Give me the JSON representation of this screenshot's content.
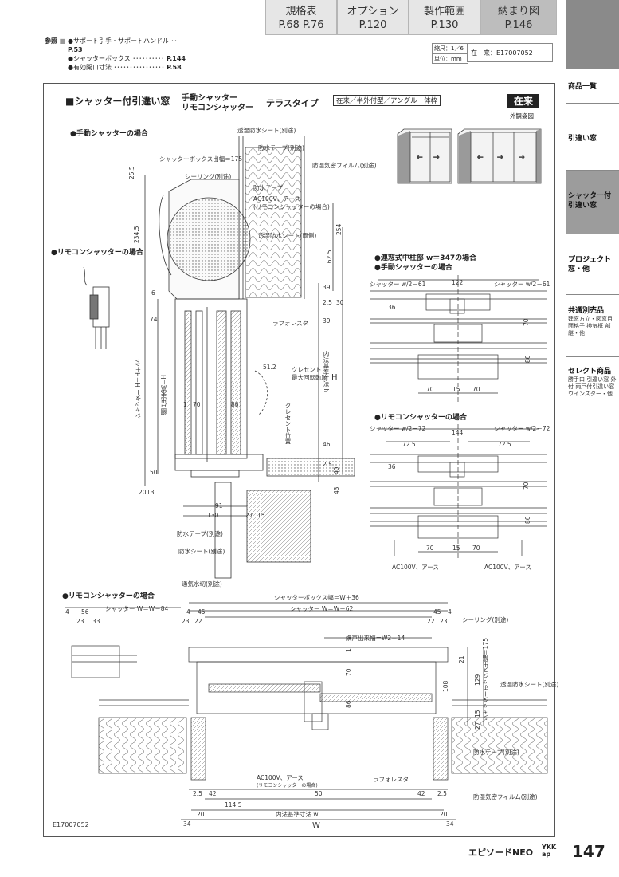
{
  "tabs": [
    {
      "title": "規格表",
      "sub": "P.68 P.76"
    },
    {
      "title": "オプション",
      "sub": "P.120"
    },
    {
      "title": "製作範囲",
      "sub": "P.130"
    },
    {
      "title": "納まり図",
      "sub": "P.146"
    }
  ],
  "references": {
    "label": "参照",
    "items": [
      {
        "text": "●サポート引手・サポートハンドル",
        "page": "P.53"
      },
      {
        "text": "●シャッターボックス",
        "page": "P.144"
      },
      {
        "text": "●有効開口寸法",
        "page": "P.58"
      }
    ]
  },
  "meta": {
    "scale_label": "縮尺：1／6",
    "unit_label": "単位：mm",
    "type_label": "在　来：E17007052"
  },
  "sidebar": [
    {
      "title": "商品一覧",
      "sub": ""
    },
    {
      "title": "引違い窓",
      "sub": ""
    },
    {
      "title": "シャッター付引違い窓",
      "sub": ""
    },
    {
      "title": "プロジェクト窓・他",
      "sub": ""
    },
    {
      "title": "共通別売品",
      "sub": "建窓方立・図窓目 面格子 換気框 部継・他"
    },
    {
      "title": "セレクト商品",
      "sub": "勝手口 引違い窓 外付 雨戸付引違い窓 ウインスター・他"
    }
  ],
  "drawing": {
    "title_main": "■シャッター付引違い窓",
    "title_sub1": "手動シャッター",
    "title_sub2": "リモコンシャッター",
    "title_type": "テラスタイプ",
    "title_box": "在来／半外付型／アングル一体枠",
    "badge": "在来",
    "badge_caption": "外観姿図",
    "sec_manual": "●手動シャッターの場合",
    "sec_remote_small": "●リモコンシャッターの場合",
    "sec_mullion": "●連窓式中柱部 w＝347の場合",
    "sec_mullion_manual": "●手動シャッターの場合",
    "sec_mullion_remote": "●リモコンシャッターの場合",
    "sec_plan_remote": "●リモコンシャッターの場合",
    "labels": {
      "waterproof_sheet_sep": "透湿防水シート(別途)",
      "waterproof_tape_sep": "防水テープ(別途)",
      "box_projection": "シャッターボックス出幅＝175",
      "airtight_film": "防湿気密フィルム(別途)",
      "sealing": "シーリング(別途)",
      "waterproof_tape": "防水テープ",
      "ac100v_remote": "AC100V、アース",
      "ac100v_remote_note": "(リモコンシャッターの場合)",
      "waterproof_sheet_both": "透湿防水シート(両側)",
      "laforesta": "ラフォレスタ",
      "crescent": "クレセント",
      "crescent_max": "最大回転軌跡",
      "crescent_pos": "クレセント位置",
      "shutter_height": "シャッター H＝H＋44",
      "screen_height": "網戸出来高＝H",
      "inner_dim_h": "内法基準寸法 h",
      "h_upper": "H",
      "waterproof_tape_sep2": "防水テープ(別途)",
      "waterproof_sheet_sep2": "防水シート(別途)",
      "drain_sep": "通気水切(別途)",
      "ac100v_earth": "AC100V、アース",
      "shutter_box_width": "シャッターボックス幅＝W＋36",
      "shutter_width_a": "シャッター W＝W－84",
      "shutter_width_b": "シャッター W＝W－62",
      "screen_width": "網戸出来幅＝W2－14",
      "box_projection_v": "シャッターボックス出幅＝175",
      "w_inner": "内法基準寸法 w",
      "w_upper": "W",
      "shutter_w2_61": "シャッター w/2－61",
      "shutter_w2_72": "シャッター w/2－72"
    },
    "dims_section": [
      "25.5",
      "234.5",
      "254",
      "162.5",
      "39",
      "2.5",
      "30",
      "39",
      "74",
      "6",
      "51.2",
      "1",
      "70",
      "86",
      "46",
      "2.5",
      "40",
      "43",
      "50",
      "20",
      "13",
      "91",
      "130",
      "27",
      "15"
    ],
    "dims_mullion_manual": [
      "122",
      "36",
      "70",
      "86",
      "70",
      "15",
      "70"
    ],
    "dims_mullion_remote": [
      "144",
      "72.5",
      "72.5",
      "36",
      "70",
      "86",
      "70",
      "15",
      "70"
    ],
    "dims_plan": [
      "4",
      "56",
      "23",
      "33",
      "4",
      "45",
      "23",
      "22",
      "45",
      "4",
      "22",
      "23",
      "21",
      "1",
      "70",
      "108",
      "129",
      "86",
      "15",
      "27",
      "2.5",
      "42",
      "50",
      "42",
      "2.5",
      "114.5",
      "20",
      "20",
      "34",
      "34"
    ],
    "doc_code": "E17007052"
  },
  "footer": {
    "product": "エピソードNEO",
    "brand": "YKK ap",
    "page": "147"
  }
}
